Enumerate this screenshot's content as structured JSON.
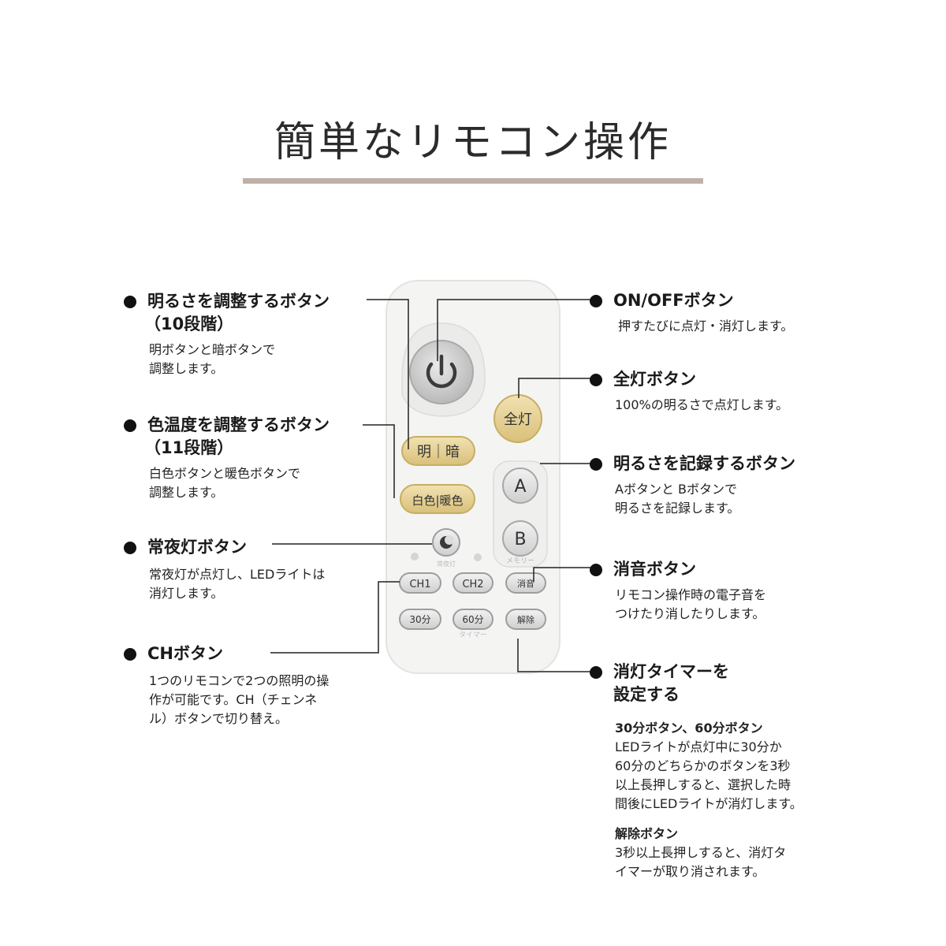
{
  "title": "簡単なリモコン操作",
  "colors": {
    "title_rule": "#bfb1aa",
    "gold": "#e2cc8d",
    "button_gray": "#d8d8d8",
    "remote_body": "#f4f4f3"
  },
  "remote": {
    "power_icon": "power-icon",
    "zentou": "全灯",
    "mei_an": "明｜暗",
    "hakushoku_danshoku": "白色|暖色",
    "a": "A",
    "b": "B",
    "memory": "メモリー",
    "night_label": "常夜灯",
    "night_icon": "moon-icon",
    "ch1": "CH1",
    "ch2": "CH2",
    "mute": "消音",
    "t30": "30分",
    "t60": "60分",
    "cancel": "解除",
    "timer": "タイマー"
  },
  "callouts": {
    "brightness": {
      "title": "明るさを調整するボタン",
      "title2": "（10段階）",
      "lines": [
        "明ボタンと暗ボタンで",
        "調整します。"
      ]
    },
    "color_temp": {
      "title": "色温度を調整するボタン",
      "title2": "（11段階）",
      "lines": [
        "白色ボタンと暖色ボタンで",
        "調整します。"
      ]
    },
    "night_light": {
      "title": "常夜灯ボタン",
      "lines": [
        "常夜灯が点灯し、LEDライトは",
        "消灯します。"
      ]
    },
    "ch": {
      "title": "CHボタン",
      "lines": [
        "1つのリモコンで2つの照明の操",
        "作が可能です。CH（チェンネ",
        "ル）ボタンで切り替え。"
      ]
    },
    "onoff": {
      "title": "ON/OFFボタン",
      "lines": [
        "押すたびに点灯・消灯します。"
      ]
    },
    "full": {
      "title": "全灯ボタン",
      "lines": [
        "100%の明るさで点灯します。"
      ]
    },
    "memory": {
      "title": "明るさを記録するボタン",
      "lines": [
        "Aボタンと Bボタンで",
        "明るさを記録します。"
      ]
    },
    "mute": {
      "title": "消音ボタン",
      "lines": [
        "リモコン操作時の電子音を",
        "つけたり消したりします。"
      ]
    },
    "timer": {
      "title": "消灯タイマーを",
      "title2": "設定する",
      "sub1": "30分ボタン、60分ボタン",
      "lines1": [
        "LEDライトが点灯中に30分か",
        "60分のどちらかのボタンを3秒",
        "以上長押しすると、選択した時",
        "間後にLEDライトが消灯します。"
      ],
      "sub2": "解除ボタン",
      "lines2": [
        "3秒以上長押しすると、消灯タ",
        "イマーが取り消されます。"
      ]
    }
  }
}
